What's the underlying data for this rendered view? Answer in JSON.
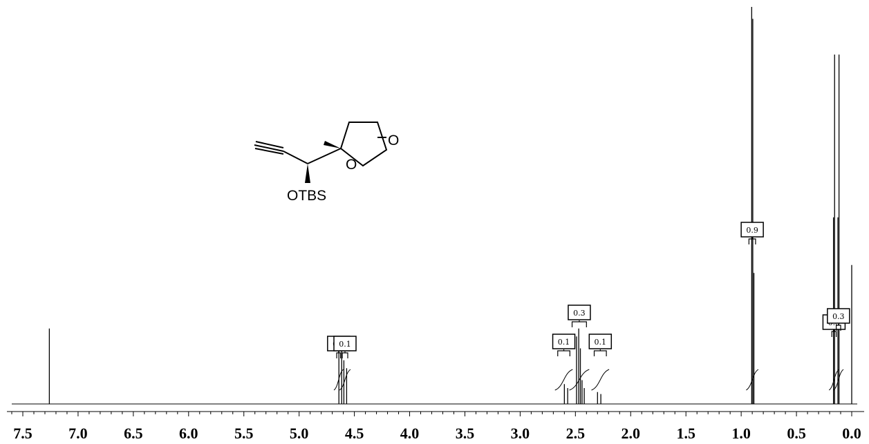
{
  "chart_data": {
    "type": "line",
    "title": "",
    "xlabel": "",
    "ylabel": "",
    "xlim": [
      7.6,
      -0.05
    ],
    "x_axis_reversed": true,
    "x_ticks": [
      "7.5",
      "7.0",
      "6.5",
      "6.0",
      "5.5",
      "5.0",
      "4.5",
      "4.0",
      "3.5",
      "3.0",
      "2.5",
      "2.0",
      "1.5",
      "1.0",
      "0.5",
      "0.0"
    ],
    "y_axis_shown": false,
    "grid": false,
    "peaks": [
      {
        "ppm": 7.26,
        "height": 0.19
      },
      {
        "ppm": 4.64,
        "height": 0.17
      },
      {
        "ppm": 4.615,
        "height": 0.16
      },
      {
        "ppm": 4.595,
        "height": 0.11
      },
      {
        "ppm": 4.57,
        "height": 0.09
      },
      {
        "ppm": 2.6,
        "height": 0.05
      },
      {
        "ppm": 2.57,
        "height": 0.04
      },
      {
        "ppm": 2.49,
        "height": 0.17
      },
      {
        "ppm": 2.47,
        "height": 0.19
      },
      {
        "ppm": 2.455,
        "height": 0.14
      },
      {
        "ppm": 2.44,
        "height": 0.06
      },
      {
        "ppm": 2.42,
        "height": 0.04
      },
      {
        "ppm": 2.3,
        "height": 0.03
      },
      {
        "ppm": 2.27,
        "height": 0.025
      },
      {
        "ppm": 0.905,
        "height": 1.0
      },
      {
        "ppm": 0.895,
        "height": 0.97
      },
      {
        "ppm": 0.885,
        "height": 0.33
      },
      {
        "ppm": 0.165,
        "height": 0.47
      },
      {
        "ppm": 0.155,
        "height": 0.88
      },
      {
        "ppm": 0.125,
        "height": 0.47
      },
      {
        "ppm": 0.115,
        "height": 0.88
      },
      {
        "ppm": 0.0,
        "height": 0.35
      }
    ],
    "integrals": [
      {
        "label": "0.1",
        "from": 4.66,
        "to": 4.625
      },
      {
        "label": "0.1",
        "from": 4.61,
        "to": 4.56
      },
      {
        "label": "0.1",
        "from": 2.66,
        "to": 2.55
      },
      {
        "label": "0.3",
        "from": 2.53,
        "to": 2.4
      },
      {
        "label": "0.1",
        "from": 2.33,
        "to": 2.22
      },
      {
        "label": "0.9",
        "from": 0.93,
        "to": 0.87
      },
      {
        "label": "0.3",
        "from": 0.18,
        "to": 0.14
      },
      {
        "label": "0.3",
        "from": 0.14,
        "to": 0.1
      }
    ],
    "structure_labels": [
      "O",
      "O",
      "OTBS"
    ]
  }
}
